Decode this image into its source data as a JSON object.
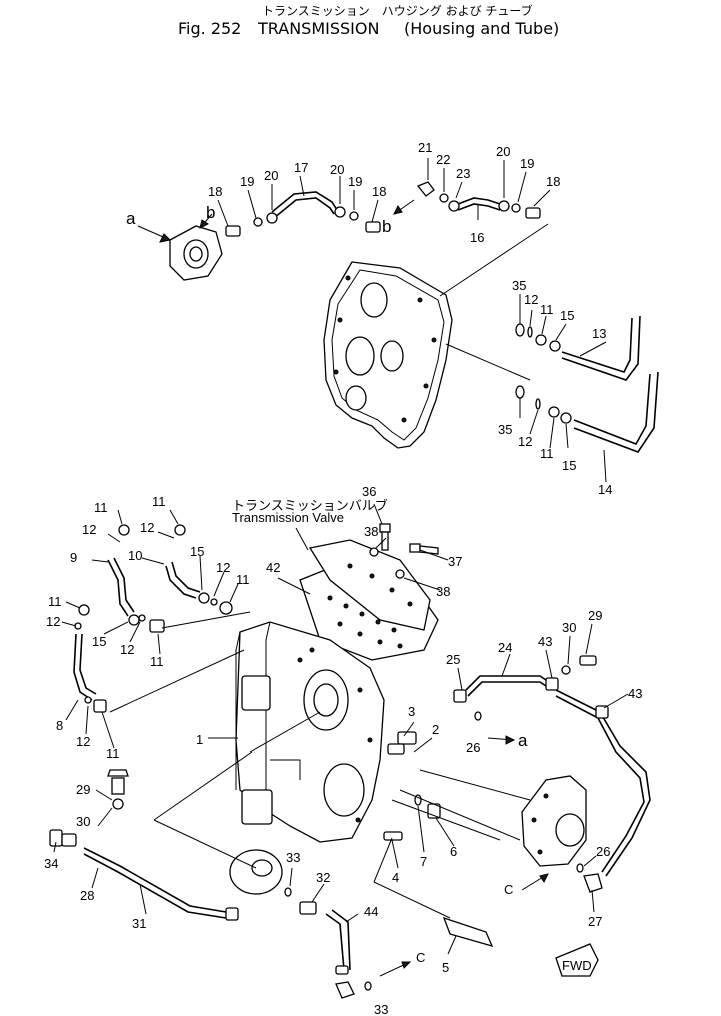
{
  "header": {
    "japanese_title": "トランスミッション　ハウジング および チューブ",
    "fig_number": "Fig. 252",
    "title": "TRANSMISSION",
    "subtitle": "(Housing and Tube)"
  },
  "valve_label": {
    "japanese": "トランスミッションバルブ",
    "english": "Transmission Valve"
  },
  "fwd_label": "FWD",
  "refs": {
    "a": "a",
    "b": "b",
    "c": "C"
  },
  "callouts": {
    "n1": "1",
    "n2": "2",
    "n3": "3",
    "n4": "4",
    "n5": "5",
    "n6": "6",
    "n7": "7",
    "n8": "8",
    "n9": "9",
    "n10": "10",
    "n11": "11",
    "n12": "12",
    "n13": "13",
    "n14": "14",
    "n15": "15",
    "n16": "16",
    "n17": "17",
    "n18": "18",
    "n19": "19",
    "n20": "20",
    "n21": "21",
    "n22": "22",
    "n23": "23",
    "n24": "24",
    "n25": "25",
    "n26": "26",
    "n27": "27",
    "n28": "28",
    "n29": "29",
    "n30": "30",
    "n31": "31",
    "n32": "32",
    "n33": "33",
    "n34": "34",
    "n35": "35",
    "n36": "36",
    "n37": "37",
    "n38": "38",
    "n42": "42",
    "n43": "43",
    "n44": "44"
  }
}
